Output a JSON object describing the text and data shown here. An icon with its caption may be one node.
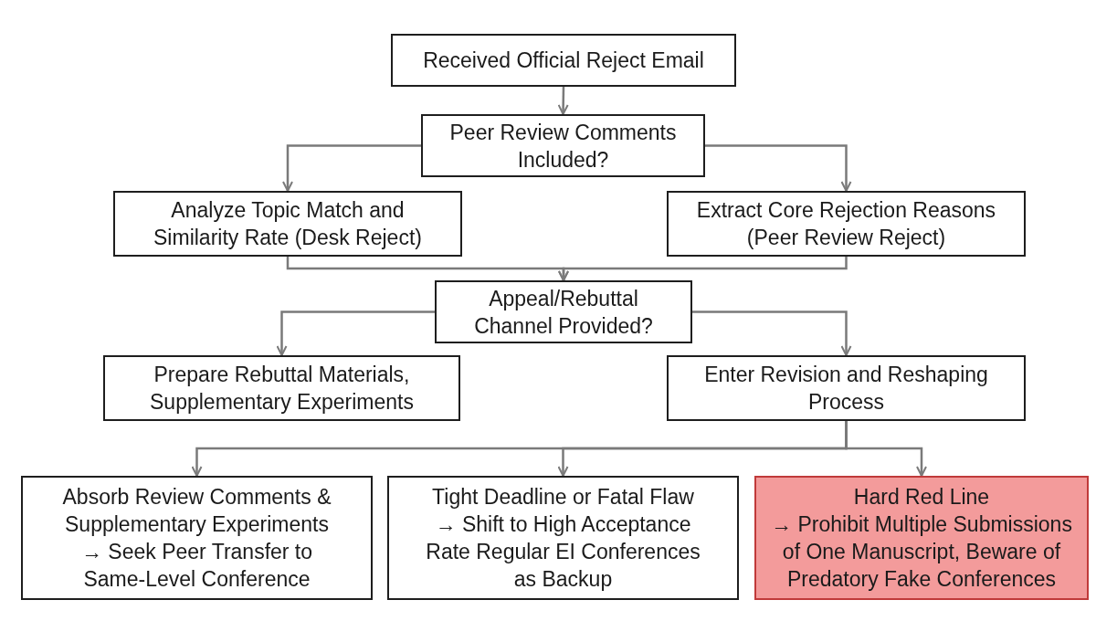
{
  "diagram": {
    "nodes": [
      {
        "text": [
          "Received Official Reject Email"
        ]
      },
      {
        "text": [
          "Peer Review Comments Included?"
        ]
      },
      {
        "text": [
          "Analyze Topic Match and Similarity Rate (Desk Reject)"
        ]
      },
      {
        "text": [
          "Extract Core Rejection Reasons (Peer Review Reject)"
        ]
      },
      {
        "text": [
          "Appeal/Rebuttal Channel Provided?"
        ]
      },
      {
        "text": [
          "Prepare Rebuttal Materials, Supplementary Experiments"
        ]
      },
      {
        "text": [
          "Enter Revision and Reshaping Process"
        ]
      },
      {
        "text": [
          "Absorb Review Comments & Supplementary Experiments → Seek Peer Transfer to Same-Level Conference"
        ]
      },
      {
        "text": [
          "Tight Deadline or Fatal Flaw → Shift to High Acceptance Rate Regular EI Conferences as Backup"
        ]
      },
      {
        "text": [
          "Hard Red Line",
          "→ Prohibit Multiple Submissions of One Manuscript, Beware of Predatory Fake Conferences"
        ]
      }
    ],
    "edges": [
      {
        "from": 0,
        "to": 1,
        "arrow": "to"
      },
      {
        "from": 1,
        "to": 2,
        "arrow": "to"
      },
      {
        "from": 1,
        "to": 3,
        "arrow": "to"
      },
      {
        "from": 2,
        "to": 4,
        "arrow": "to"
      },
      {
        "from": 3,
        "to": 4,
        "arrow": "to"
      },
      {
        "from": 4,
        "to": 5,
        "arrow": "to"
      },
      {
        "from": 4,
        "to": 6,
        "arrow": "to"
      },
      {
        "from": 6,
        "to": 7,
        "arrow": "to"
      },
      {
        "from": 6,
        "to": 8,
        "arrow": "to"
      },
      {
        "from": 6,
        "to": 9,
        "arrow": "to"
      }
    ]
  }
}
